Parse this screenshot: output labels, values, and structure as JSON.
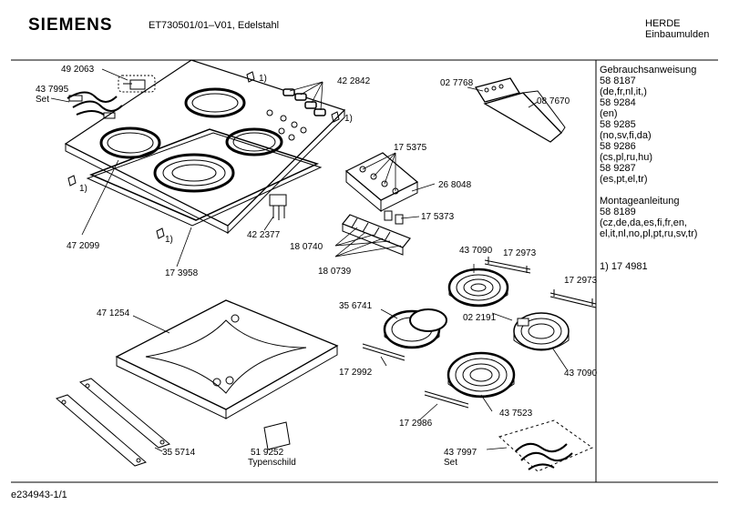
{
  "header": {
    "brand": "SIEMENS",
    "model": "ET730501/01–V01, Edelstahl",
    "category_line1": "HERDE",
    "category_line2": "Einbaumulden"
  },
  "footer": {
    "doc_id": "e234943-1/1"
  },
  "side_panel": {
    "lines": [
      "Gebrauchsanweisung",
      "58 8187",
      "(de,fr,nl,it,)",
      "58 9284",
      "(en)",
      "58 9285",
      "(no,sv,fi,da)",
      "58 9286",
      "(cs,pl,ru,hu)",
      "58 9287",
      "(es,pt,el,tr)",
      "",
      "Montageanleitung",
      "58 8189",
      "(cz,de,da,es,fi,fr,en,",
      "el,it,nl,no,pl,pt,ru,sv,tr)",
      "",
      "",
      "1)  17 4981"
    ]
  },
  "labels": {
    "p492063": "49 2063",
    "p437995": "43 7995",
    "set1": "Set",
    "fn_a": "1)",
    "p422842": "42 2842",
    "fn_b": "1)",
    "p027768": "02 7768",
    "p087670": "08 7670",
    "p175375": "17 5375",
    "p268048": "26 8048",
    "p175373": "17 5373",
    "fn_c": "1)",
    "p472099": "47 2099",
    "p422377": "42 2377",
    "fn_d": "1)",
    "p180740": "18 0740",
    "p180739": "18 0739",
    "p173958": "17 3958",
    "p437090a": "43 7090",
    "p172973a": "17 2973",
    "p172973b": "17 2973",
    "p471254": "47 1254",
    "p356741": "35 6741",
    "p022191": "02 2191",
    "p172992": "17 2992",
    "p437090b": "43 7090",
    "p437523": "43 7523",
    "p172986": "17 2986",
    "p355714": "35 5714",
    "p519252": "51 9252",
    "typenschild": "Typenschild",
    "p437997": "43 7997",
    "set2": "Set"
  }
}
